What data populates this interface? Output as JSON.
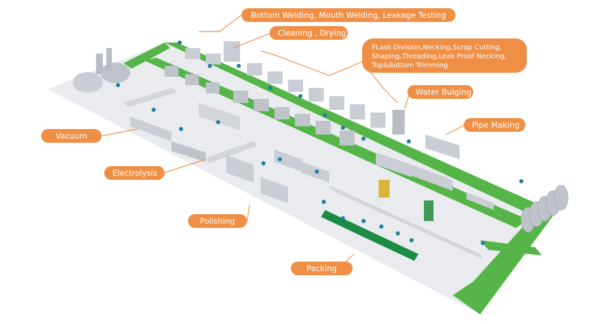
{
  "labels": {
    "bottom_welding": "Bottom Welding, Mouth Welding, Leakage Testing",
    "cleaning_drying": "Cleaning , Drying",
    "flask_division": [
      "FLask Division,Necking,Scrap Cutting,",
      "Shaping,Threading,Leak Proof Necking,",
      "Top&Bottom Trimming"
    ],
    "water_bulging": "Water Bulging",
    "pipe_making": "Pipe Making",
    "vacuum": "Vacuum",
    "electrolysis": "Electrolysis",
    "polishing": "Polishing",
    "packing": "Packing"
  },
  "colors": {
    "label_bg": "#ef8f45",
    "label_text": "#ffffff",
    "floor": "#e9ebee",
    "walkway": "#55b548",
    "wall": "#d2d6db",
    "machine": "#c9ced4",
    "worker": "#1f7f9e",
    "leader_line": "#ef8f45"
  }
}
